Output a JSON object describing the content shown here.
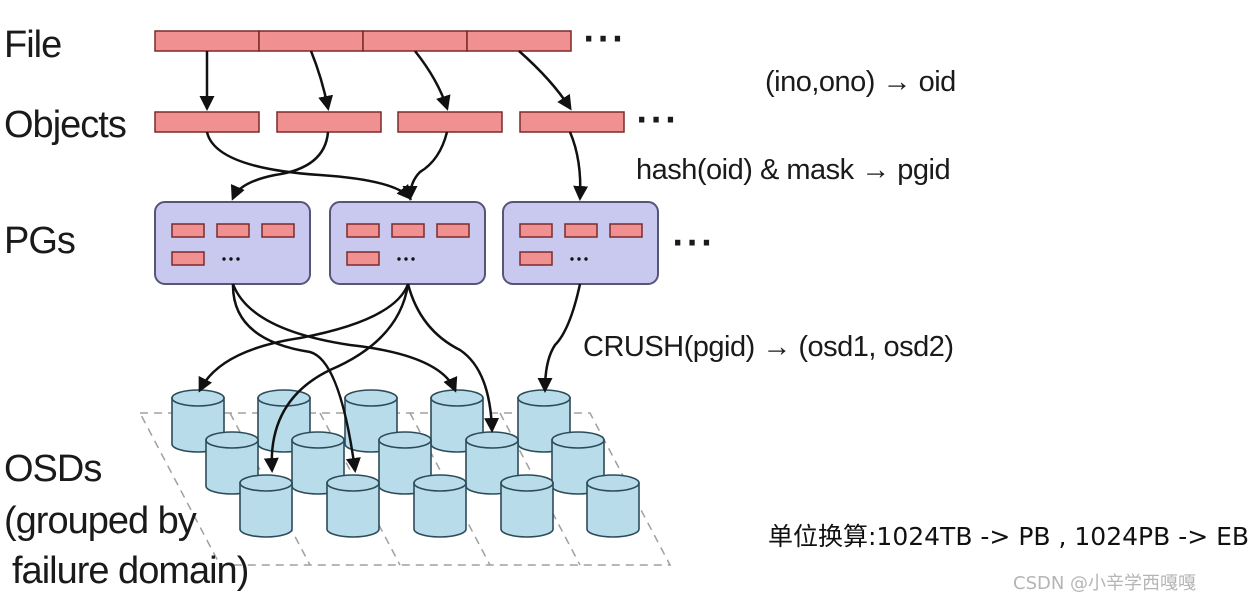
{
  "rows": {
    "file": "File",
    "objects": "Objects",
    "pgs": "PGs",
    "osds_line1": "OSDs",
    "osds_line2": "(grouped by",
    "osds_line3": "failure domain)"
  },
  "formulas": {
    "oid": "(ino,ono) → oid",
    "pgid": "hash(oid) & mask → pgid",
    "crush": "CRUSH(pgid) → (osd1, osd2)"
  },
  "ellipsis": "···",
  "pg_ellipsis": "···",
  "unit_note": "单位换算:1024TB -> PB , 1024PB -> EB",
  "watermark": "CSDN @小辛学西嘎嘎",
  "colors": {
    "object_fill": "#f09090",
    "object_stroke": "#7a2a2a",
    "pg_fill": "#c9c9f0",
    "pg_stroke": "#55557a",
    "osd_fill": "#b8dcea",
    "osd_stroke": "#2c4b58",
    "arrow": "#111111",
    "grid_dash": "#a0a0a0"
  }
}
